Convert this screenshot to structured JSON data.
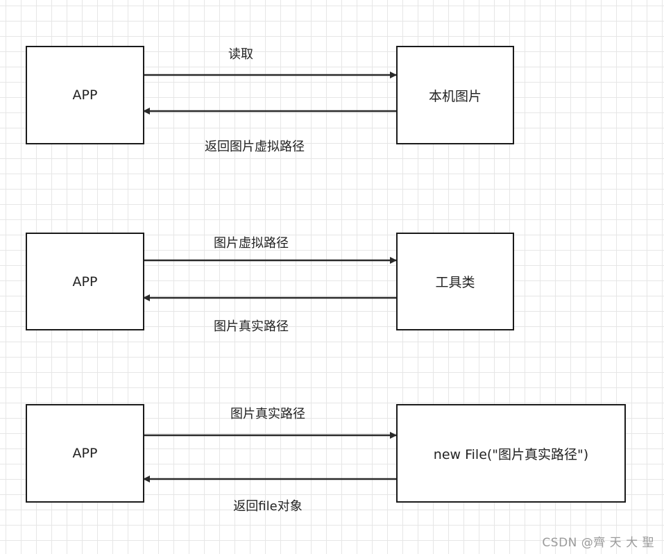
{
  "diagram": {
    "rows": [
      {
        "left_box": "APP",
        "right_box": "本机图片",
        "forward_label": "读取",
        "back_label": "返回图片虚拟路径"
      },
      {
        "left_box": "APP",
        "right_box": "工具类",
        "forward_label": "图片虚拟路径",
        "back_label": "图片真实路径"
      },
      {
        "left_box": "APP",
        "right_box": "new File(\"图片真实路径\")",
        "forward_label": "图片真实路径",
        "back_label": "返回file对象"
      }
    ]
  },
  "watermark": "CSDN @齊 天 大 聖"
}
